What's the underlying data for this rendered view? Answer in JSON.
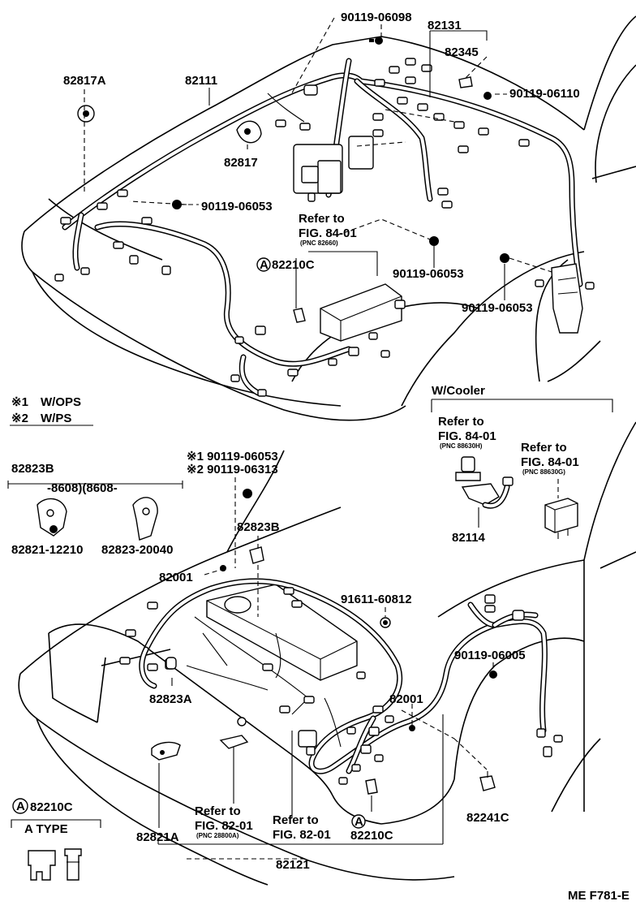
{
  "labels": {
    "p90119_06098": "90119-06098",
    "p82131": "82131",
    "p82345": "82345",
    "p82817A": "82817A",
    "p82111": "82111",
    "p90119_06110": "90119-06110",
    "p82817": "82817",
    "p90119_06053_a": "90119-06053",
    "refer_to_1": "Refer to",
    "fig_84_01_1": "FIG. 84-01",
    "pnc_82660": "(PNC 82660)",
    "circle_a_1": "A",
    "p82210C_1": "82210C",
    "p90119_06053_b": "90119-06053",
    "p90119_06053_c": "90119-06053",
    "note1_mark": "※1",
    "note1_text": "W/OPS",
    "note2_mark": "※2",
    "note2_text": "W/PS",
    "w_cooler": "W/Cooler",
    "refer_to_2": "Refer to",
    "fig_84_01_2": "FIG. 84-01",
    "pnc_88630H": "(PNC 88630H)",
    "refer_to_3": "Refer to",
    "fig_84_01_3": "FIG. 84-01",
    "pnc_88630G": "(PNC 88630G)",
    "p82114": "82114",
    "star1_part": "※1 90119-06053",
    "star2_part": "※2 90119-06313",
    "p82823B_top": "82823B",
    "range_text": "-8608)(8608-",
    "p82821_12210": "82821-12210",
    "p82823_20040": "82823-20040",
    "p82823B_mid": "82823B",
    "p82001_a": "82001",
    "p91611_60812": "91611-60812",
    "p90119_06005": "90119-06005",
    "p82823A": "82823A",
    "p82001_b": "82001",
    "p82241C": "82241C",
    "circle_a_2": "A",
    "p82210C_2": "82210C",
    "a_type": "A TYPE",
    "refer_to_4": "Refer to",
    "fig_82_01_1": "FIG. 82-01",
    "pnc_28800A": "(PNC 28800A)",
    "refer_to_5": "Refer to",
    "fig_82_01_2": "FIG. 82-01",
    "circle_a_3": "A",
    "p82210C_3": "82210C",
    "p82821A": "82821A",
    "p82121": "82121",
    "fig_code": "ME F781-E"
  }
}
